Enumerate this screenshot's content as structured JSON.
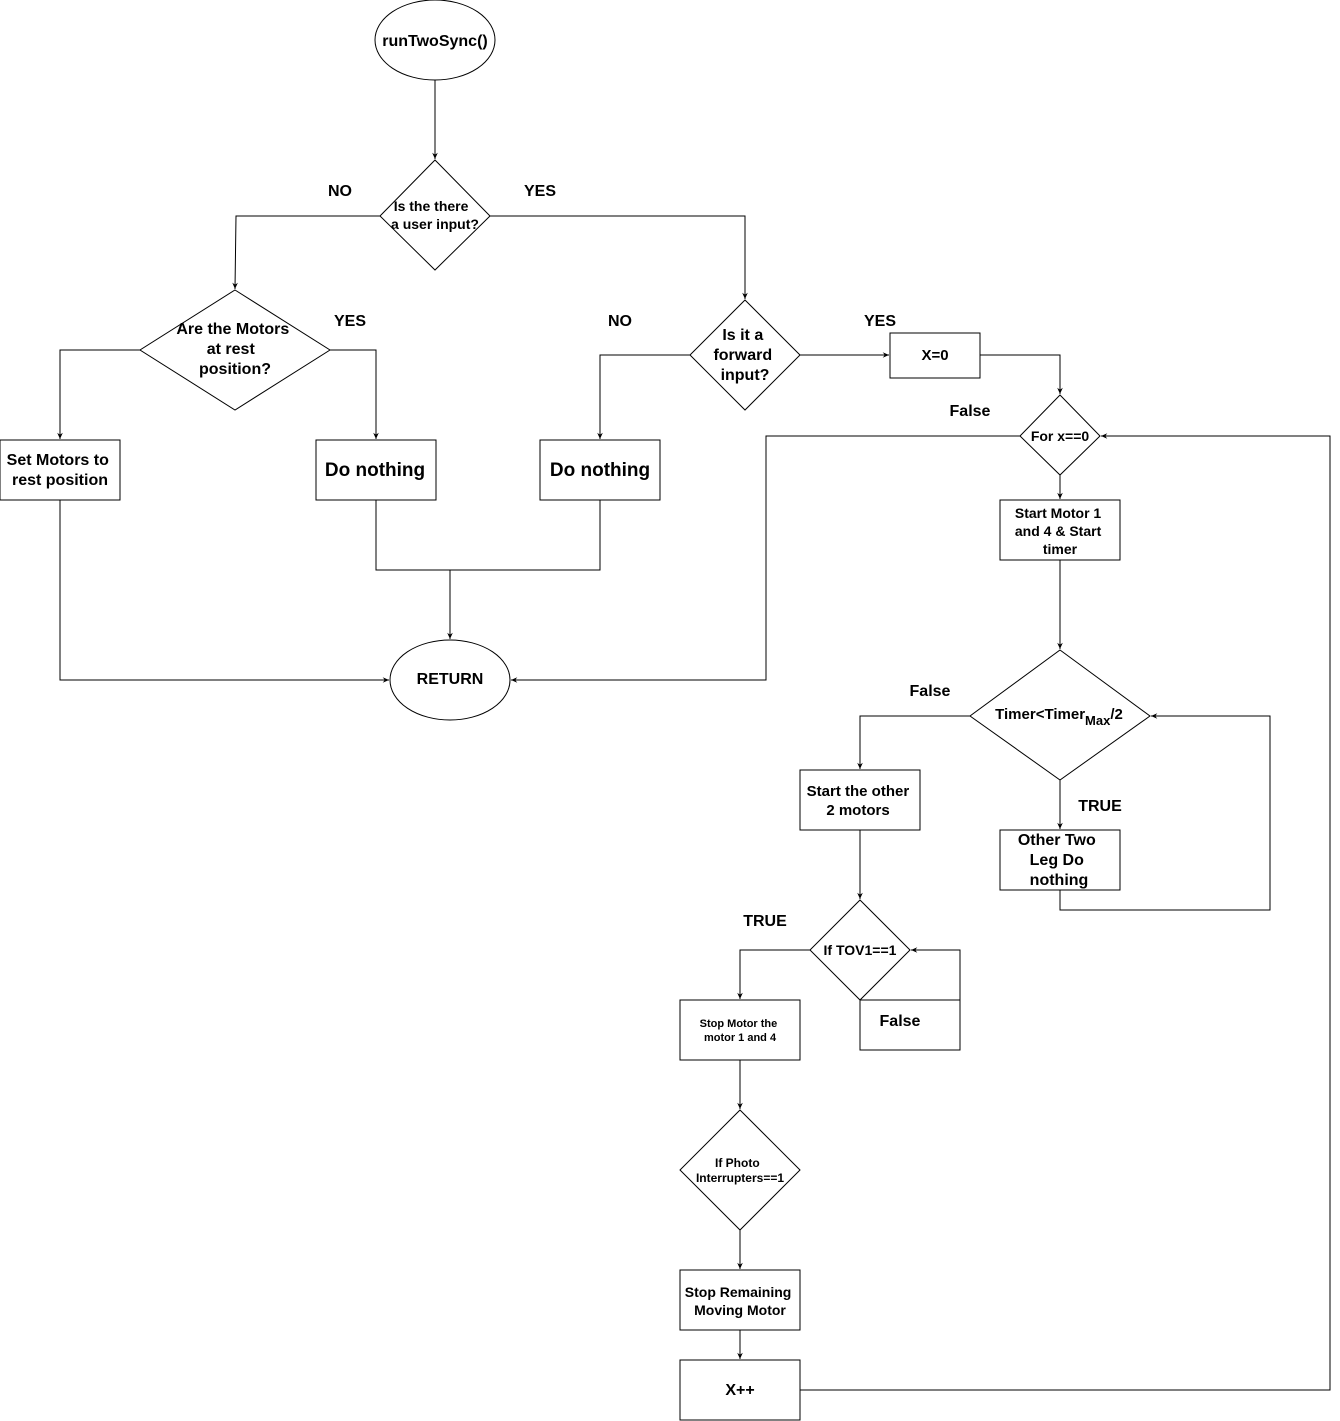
{
  "diagram": {
    "nodes": {
      "start": {
        "shape": "ellipse",
        "lines": [
          "runTwoSync()"
        ]
      },
      "user_input": {
        "shape": "diamond",
        "lines": [
          "Is the there",
          "a user input?"
        ]
      },
      "motors_rest": {
        "shape": "diamond",
        "lines": [
          "Are the Motors",
          "at rest",
          "position?"
        ]
      },
      "forward_input": {
        "shape": "diamond",
        "lines": [
          "Is it a",
          "forward",
          "input?"
        ]
      },
      "set_motors": {
        "shape": "rect",
        "lines": [
          "Set Motors to",
          "rest position"
        ]
      },
      "do_nothing_left": {
        "shape": "rect",
        "lines": [
          "Do nothing"
        ]
      },
      "do_nothing_right": {
        "shape": "rect",
        "lines": [
          "Do nothing"
        ]
      },
      "x_zero": {
        "shape": "rect",
        "lines": [
          "X=0"
        ]
      },
      "for_x": {
        "shape": "diamond",
        "lines": [
          "For x==0"
        ]
      },
      "start_motor_14": {
        "shape": "rect",
        "lines": [
          "Start Motor 1",
          "and 4 & Start",
          "timer"
        ]
      },
      "return": {
        "shape": "ellipse",
        "lines": [
          "RETURN"
        ]
      },
      "timer_check": {
        "shape": "diamond",
        "text_main": "Timer<Timer",
        "text_sub": "Max",
        "text_tail": "/2"
      },
      "start_other": {
        "shape": "rect",
        "lines": [
          "Start the other",
          "2 motors"
        ]
      },
      "other_two": {
        "shape": "rect",
        "lines": [
          "Other Two",
          "Leg Do",
          "nothing"
        ]
      },
      "tov_check": {
        "shape": "diamond",
        "lines": [
          "If TOV1==1"
        ]
      },
      "false_box": {
        "shape": "rect",
        "lines": [
          "False"
        ]
      },
      "stop_motor_14": {
        "shape": "rect",
        "lines": [
          "Stop Motor the",
          "motor 1 and 4"
        ]
      },
      "photo_check": {
        "shape": "diamond",
        "lines": [
          "If Photo",
          "Interrupters==1"
        ]
      },
      "stop_remaining": {
        "shape": "rect",
        "lines": [
          "Stop Remaining",
          "Moving Motor"
        ]
      },
      "x_inc": {
        "shape": "rect",
        "lines": [
          "X++"
        ]
      }
    },
    "edge_labels": {
      "no_1": "NO",
      "yes_1": "YES",
      "yes_2": "YES",
      "no_2": "NO",
      "yes_3": "YES",
      "false_1": "False",
      "false_2": "False",
      "true_1": "TRUE",
      "true_2": "TRUE"
    }
  }
}
